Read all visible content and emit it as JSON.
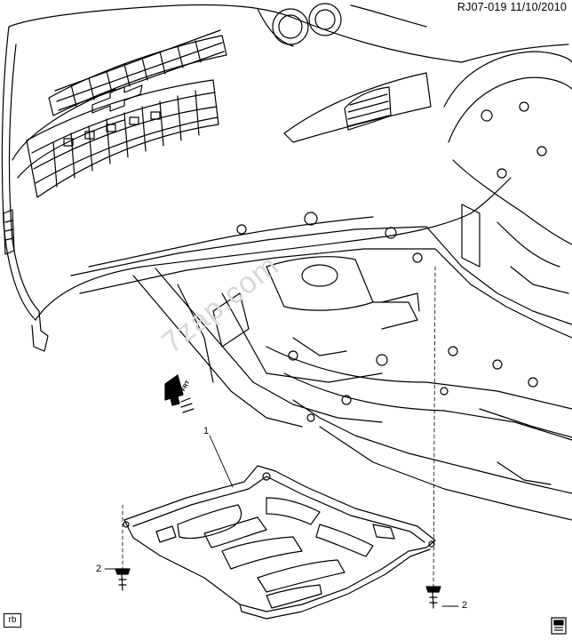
{
  "header": {
    "ref_code": "RJ07-019 11/10/2010"
  },
  "callouts": [
    {
      "id": "1",
      "label": "1"
    },
    {
      "id": "2a",
      "label": "2"
    },
    {
      "id": "2b",
      "label": "2"
    }
  ],
  "direction_arrow": {
    "label": "FRT"
  },
  "footer": {
    "tag": "rb"
  },
  "watermark": {
    "text": "7zap.com"
  },
  "colors": {
    "line": "#000000",
    "background": "#ffffff",
    "watermark": "#d8d8d8"
  }
}
